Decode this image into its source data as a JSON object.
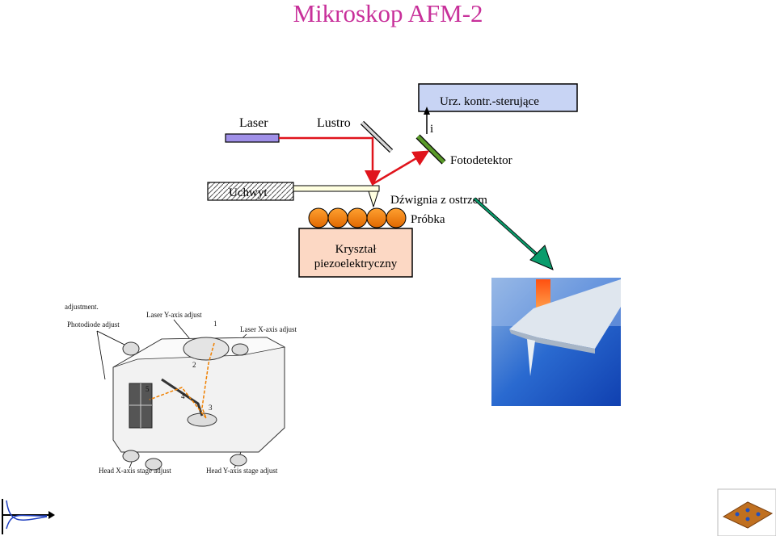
{
  "title": "Mikroskop AFM-2",
  "labels": {
    "controller": "Urz.  kontr.-sterujące",
    "signal": "i",
    "laser": "Laser",
    "mirror": "Lustro",
    "photodetector": "Fotodetektor",
    "holder": "Uchwyt",
    "cantilever": "Dźwignia z ostrzem",
    "sample": "Próbka",
    "crystal_line1": "Kryształ",
    "crystal_line2": "piezoelektryczny"
  },
  "photo": {
    "partial_top": "adjustment.",
    "laser_y": "Laser Y-axis adjust",
    "photodiode": "Photodiode adjust",
    "laser_x": "Laser X-axis adjust",
    "head_x": "Head X-axis stage adjust",
    "head_y": "Head Y-axis stage adjust",
    "n1": "1",
    "n2": "2",
    "n3": "3",
    "n4": "4",
    "n5": "5"
  },
  "colors": {
    "title": "#c8309a",
    "laser_beam": "#e0141c",
    "laser_body": "#a090e8",
    "photodetector": "#5a9a2a",
    "controller_box": "#c8d4f4",
    "sample_ball": "#f07800",
    "crystal": "#fcd8c4",
    "arrow": "#0a9c6c"
  }
}
